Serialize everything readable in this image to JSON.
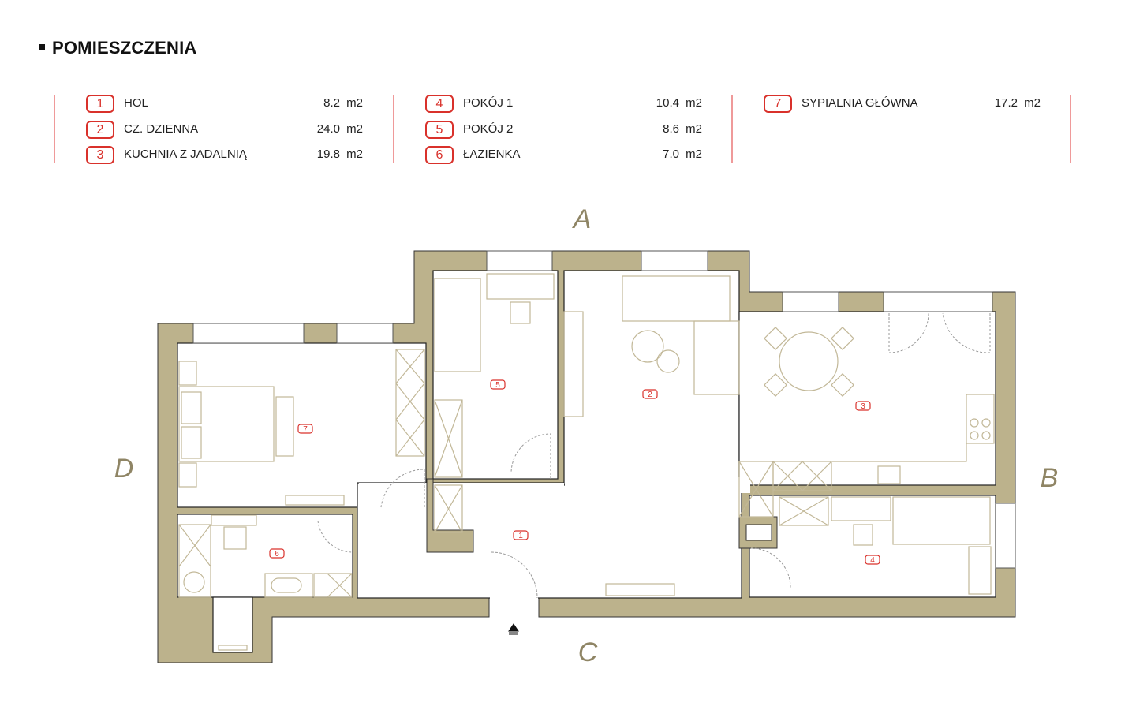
{
  "title": "POMIESZCZENIA",
  "rooms": [
    {
      "number": "1",
      "name": "HOL",
      "area": "8.2 m2"
    },
    {
      "number": "2",
      "name": "CZ. DZIENNA",
      "area": "24.0 m2"
    },
    {
      "number": "3",
      "name": "KUCHNIA Z JADALNIĄ",
      "area": "19.8 m2"
    },
    {
      "number": "4",
      "name": "POKÓJ 1",
      "area": "10.4 m2"
    },
    {
      "number": "5",
      "name": "POKÓJ 2",
      "area": "8.6 m2"
    },
    {
      "number": "6",
      "name": "ŁAZIENKA",
      "area": "7.0 m2"
    },
    {
      "number": "7",
      "name": "SYPIALNIA GŁÓWNA",
      "area": "17.2 m2"
    }
  ],
  "compass": {
    "north": "A",
    "east": "B",
    "south": "C",
    "west": "D"
  },
  "colors": {
    "wall": "#bcb28c",
    "accent": "#d9312b",
    "compass": "#8f8565"
  }
}
